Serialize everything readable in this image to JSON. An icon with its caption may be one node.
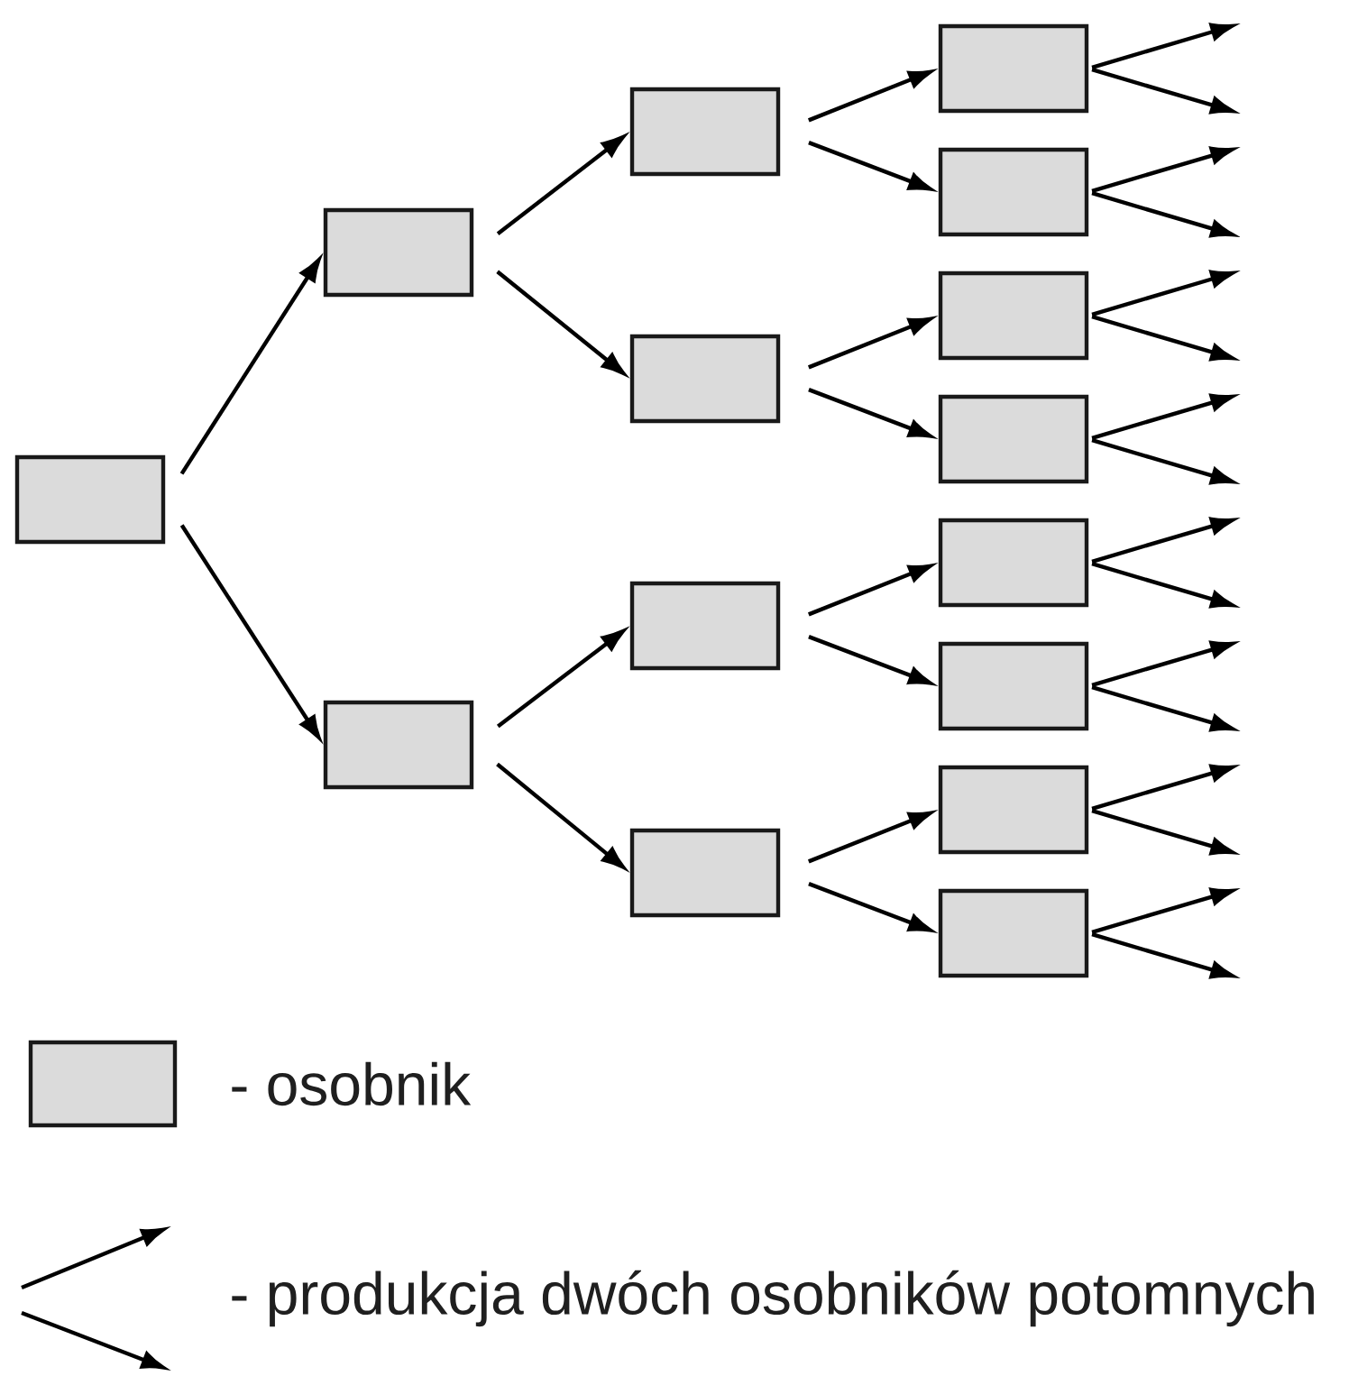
{
  "diagram": {
    "nodes": [
      {
        "text": [],
        "shape": "box"
      },
      {
        "text": [],
        "shape": "box"
      },
      {
        "text": [],
        "shape": "box"
      },
      {
        "text": [],
        "shape": "box"
      },
      {
        "text": [],
        "shape": "box"
      },
      {
        "text": [],
        "shape": "box"
      },
      {
        "text": [],
        "shape": "box"
      },
      {
        "text": [],
        "shape": "box"
      },
      {
        "text": [],
        "shape": "box"
      },
      {
        "text": [],
        "shape": "box"
      },
      {
        "text": [],
        "shape": "box"
      },
      {
        "text": [],
        "shape": "box"
      },
      {
        "text": [],
        "shape": "box"
      },
      {
        "text": [],
        "shape": "box"
      },
      {
        "text": [],
        "shape": "box"
      }
    ],
    "edges": [
      {
        "from": 0,
        "to": 1,
        "arrow": "to"
      },
      {
        "from": 0,
        "to": 2,
        "arrow": "to"
      },
      {
        "from": 1,
        "to": 3,
        "arrow": "to"
      },
      {
        "from": 1,
        "to": 4,
        "arrow": "to"
      },
      {
        "from": 2,
        "to": 5,
        "arrow": "to"
      },
      {
        "from": 2,
        "to": 6,
        "arrow": "to"
      },
      {
        "from": 3,
        "to": 7,
        "arrow": "to"
      },
      {
        "from": 3,
        "to": 8,
        "arrow": "to"
      },
      {
        "from": 4,
        "to": 9,
        "arrow": "to"
      },
      {
        "from": 4,
        "to": 10,
        "arrow": "to"
      },
      {
        "from": 5,
        "to": 11,
        "arrow": "to"
      },
      {
        "from": 5,
        "to": 12,
        "arrow": "to"
      },
      {
        "from": 6,
        "to": 13,
        "arrow": "to"
      },
      {
        "from": 6,
        "to": 14,
        "arrow": "to"
      },
      {
        "from": 7,
        "to": null,
        "arrow": "to"
      },
      {
        "from": 7,
        "to": null,
        "arrow": "to"
      },
      {
        "from": 8,
        "to": null,
        "arrow": "to"
      },
      {
        "from": 8,
        "to": null,
        "arrow": "to"
      },
      {
        "from": 9,
        "to": null,
        "arrow": "to"
      },
      {
        "from": 9,
        "to": null,
        "arrow": "to"
      },
      {
        "from": 10,
        "to": null,
        "arrow": "to"
      },
      {
        "from": 10,
        "to": null,
        "arrow": "to"
      },
      {
        "from": 11,
        "to": null,
        "arrow": "to"
      },
      {
        "from": 11,
        "to": null,
        "arrow": "to"
      },
      {
        "from": 12,
        "to": null,
        "arrow": "to"
      },
      {
        "from": 12,
        "to": null,
        "arrow": "to"
      },
      {
        "from": 13,
        "to": null,
        "arrow": "to"
      },
      {
        "from": 13,
        "to": null,
        "arrow": "to"
      },
      {
        "from": 14,
        "to": null,
        "arrow": "to"
      },
      {
        "from": 14,
        "to": null,
        "arrow": "to"
      }
    ],
    "legend": [
      {
        "text": "- osobnik"
      },
      {
        "text": "- produkcja dwóch osobników potomnych"
      }
    ]
  }
}
